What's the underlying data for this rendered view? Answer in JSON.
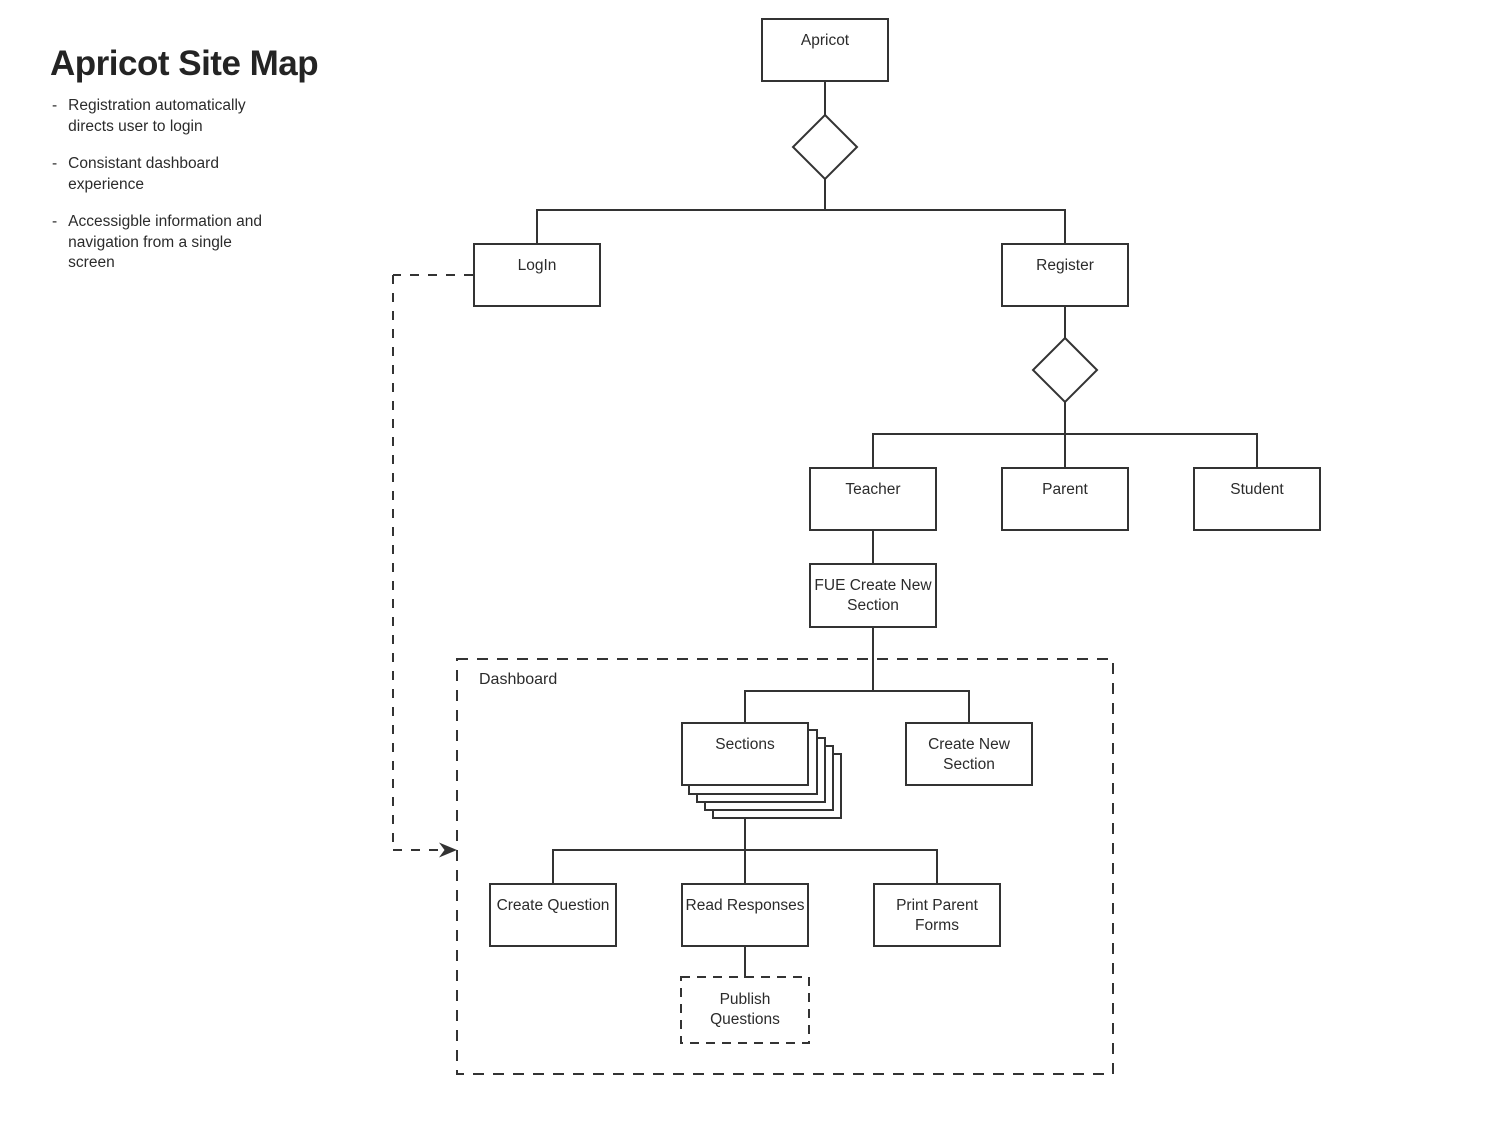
{
  "title": "Apricot Site Map",
  "bullet": "-",
  "notes": [
    "Registration automatically directs user to login",
    "Consistant dashboard experience",
    "Accessigble information and navigation from a single screen"
  ],
  "nodes": {
    "apricot": "Apricot",
    "login": "LogIn",
    "register": "Register",
    "teacher": "Teacher",
    "parent": "Parent",
    "student": "Student",
    "fue_create_new_section": "FUE Create New Section",
    "dashboard": "Dashboard",
    "sections": "Sections",
    "create_new_section": "Create New Section",
    "create_question": "Create Question",
    "read_responses": "Read Responses",
    "print_parent_forms": "Print Parent Forms",
    "publish_questions": "Publish Questions"
  },
  "colors": {
    "line": "#333333",
    "text": "#2b2b2b",
    "background": "#ffffff"
  }
}
